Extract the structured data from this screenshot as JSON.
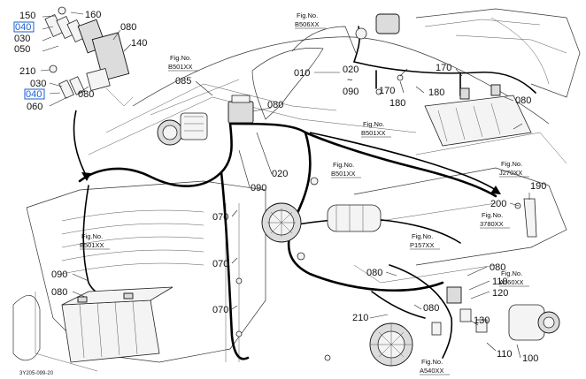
{
  "diagram": {
    "callouts": {
      "c150": "150",
      "c040a": "040",
      "c030a": "030",
      "c050": "050",
      "c160": "160",
      "c080a": "080",
      "c140": "140",
      "c210a": "210",
      "c030b": "030",
      "c040b": "040",
      "c060": "060",
      "c080b": "080",
      "c085": "085",
      "c010": "010",
      "c020a": "020",
      "c090a": "090",
      "c170a": "170",
      "c170b": "170",
      "c180a": "180",
      "c180b": "180",
      "c080c": "080",
      "c080d": "080",
      "c020b": "020",
      "c090b": "090",
      "c190": "190",
      "c200": "200",
      "c070a": "070",
      "c070b": "070",
      "c070c": "070",
      "c090c": "090",
      "c080e": "080",
      "c080f": "080",
      "c080g": "080",
      "c110": "110",
      "c120": "120",
      "c210b": "210",
      "c080h": "080",
      "c130": "130",
      "c110b": "110",
      "c100": "100"
    },
    "fig_refs": {
      "b506": {
        "label": "Fig.No.",
        "code": "B506XX"
      },
      "b501a": {
        "label": "Fig.No.",
        "code": "B501XX"
      },
      "b501b": {
        "label": "Fig.No.",
        "code": "B501XX"
      },
      "b501c": {
        "label": "Fig.No.",
        "code": "B501XX"
      },
      "b501d": {
        "label": "Fig.No.",
        "code": "B501XX"
      },
      "j270": {
        "label": "Fig.No.",
        "code": "J270XX"
      },
      "s780": {
        "label": "Fig.No.",
        "code": "3780XX"
      },
      "p157": {
        "label": "Fig.No.",
        "code": "P157XX"
      },
      "a560": {
        "label": "Fig.No.",
        "code": "A560XX"
      },
      "a540": {
        "label": "Fig.No.",
        "code": "A540XX"
      }
    },
    "tilde": "~",
    "drawing_code": "3Y205-099-20",
    "highlight_color": "#1a5fd0"
  }
}
